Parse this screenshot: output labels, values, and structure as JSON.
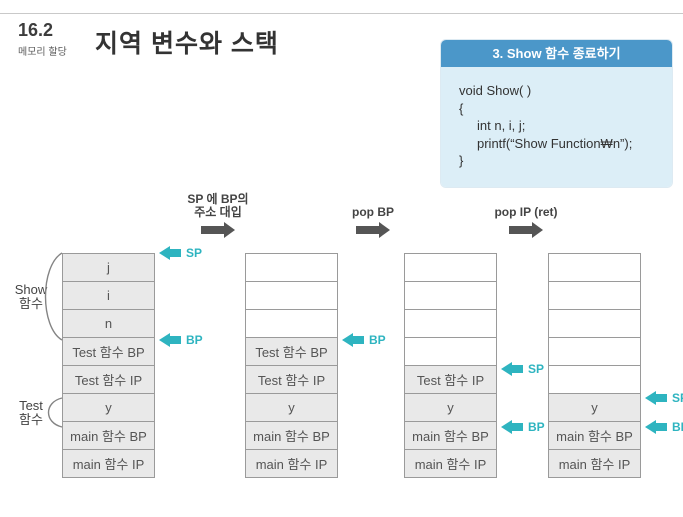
{
  "header": {
    "section_number": "16.2",
    "section_label": "메모리 할당",
    "title": "지역 변수와 스택"
  },
  "code_box": {
    "title": "3. Show 함수 종료하기",
    "code_lines": [
      {
        "text": "void Show( )",
        "indent": 0
      },
      {
        "text": "{",
        "indent": 0
      },
      {
        "text": "int n, i, j;",
        "indent": 1
      },
      {
        "text": "printf(“Show Function₩n”);",
        "indent": 1
      },
      {
        "text": "}",
        "indent": 0
      }
    ]
  },
  "transitions": [
    {
      "line1": "SP 에 BP의",
      "line2": "주소 대입"
    },
    {
      "line1": "pop BP",
      "line2": ""
    },
    {
      "line1": "pop IP (ret)",
      "line2": ""
    }
  ],
  "stacks": [
    {
      "name": "stack-1",
      "cells": [
        {
          "label": "j",
          "filled": true
        },
        {
          "label": "i",
          "filled": true
        },
        {
          "label": "n",
          "filled": true
        },
        {
          "label": "Test 함수 BP",
          "filled": true
        },
        {
          "label": "Test 함수 IP",
          "filled": true
        },
        {
          "label": "y",
          "filled": true
        },
        {
          "label": "main 함수 BP",
          "filled": true
        },
        {
          "label": "main 함수 IP",
          "filled": true
        }
      ],
      "pointers": [
        {
          "name": "SP",
          "boundary": 0
        },
        {
          "name": "BP",
          "boundary": 3
        }
      ],
      "brackets": [
        {
          "line1": "Show",
          "line2": "함수",
          "from": 0,
          "to": 3,
          "bulge": 22
        },
        {
          "line1": "Test",
          "line2": "함수",
          "from": 5,
          "to": 6,
          "bulge": 18
        }
      ]
    },
    {
      "name": "stack-2",
      "cells": [
        {
          "label": "",
          "filled": false
        },
        {
          "label": "",
          "filled": false
        },
        {
          "label": "",
          "filled": false
        },
        {
          "label": "Test 함수 BP",
          "filled": true
        },
        {
          "label": "Test 함수 IP",
          "filled": true
        },
        {
          "label": "y",
          "filled": true
        },
        {
          "label": "main 함수 BP",
          "filled": true
        },
        {
          "label": "main 함수 IP",
          "filled": true
        }
      ],
      "pointers": [
        {
          "name": "BP",
          "boundary": 3
        }
      ],
      "brackets": []
    },
    {
      "name": "stack-3",
      "cells": [
        {
          "label": "",
          "filled": false
        },
        {
          "label": "",
          "filled": false
        },
        {
          "label": "",
          "filled": false
        },
        {
          "label": "",
          "filled": false
        },
        {
          "label": "Test 함수 IP",
          "filled": true
        },
        {
          "label": "y",
          "filled": true
        },
        {
          "label": "main 함수 BP",
          "filled": true
        },
        {
          "label": "main 함수 IP",
          "filled": true
        }
      ],
      "pointers": [
        {
          "name": "SP",
          "boundary": 4
        },
        {
          "name": "BP",
          "boundary": 6
        }
      ],
      "brackets": []
    },
    {
      "name": "stack-4",
      "cells": [
        {
          "label": "",
          "filled": false
        },
        {
          "label": "",
          "filled": false
        },
        {
          "label": "",
          "filled": false
        },
        {
          "label": "",
          "filled": false
        },
        {
          "label": "",
          "filled": false
        },
        {
          "label": "y",
          "filled": true
        },
        {
          "label": "main 함수 BP",
          "filled": true
        },
        {
          "label": "main 함수 IP",
          "filled": true
        }
      ],
      "pointers": [
        {
          "name": "SP",
          "boundary": 5
        },
        {
          "name": "BP",
          "boundary": 6
        }
      ],
      "brackets": []
    }
  ],
  "colors": {
    "accent_teal": "#2eb4c0",
    "codebox_header": "#4b97c9",
    "codebox_body": "#dceef7",
    "cell_fill": "#e9e9e9",
    "arrow_gray": "#555555"
  }
}
